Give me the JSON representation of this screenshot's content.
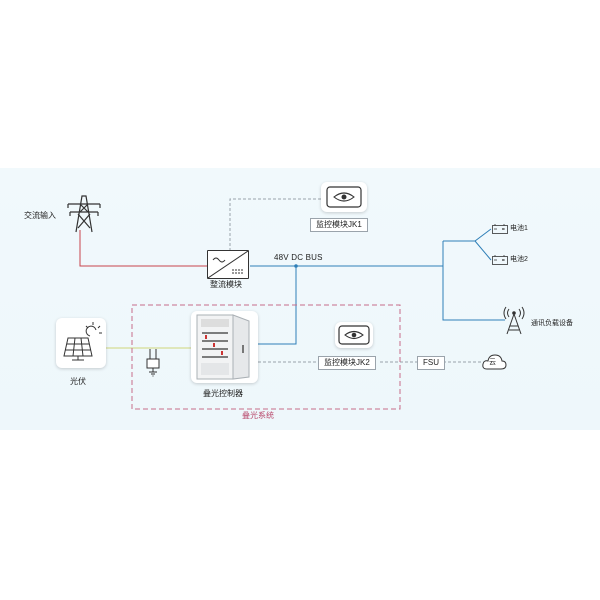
{
  "labels": {
    "ac_input": "交流输入",
    "rectifier": "整流模块",
    "monitor_jk1": "监控模块JK1",
    "dc_bus": "48V DC BUS",
    "battery1": "电池1",
    "battery2": "电池2",
    "comm_load": "通讯负载设备",
    "pv": "光伏",
    "controller": "叠光控制器",
    "monitor_jk2": "监控模块JK2",
    "fsu": "FSU",
    "cloud": "云",
    "system": "叠光系统"
  },
  "colors": {
    "ac_line": "#c9434d",
    "dc_line": "#2f7fb8",
    "pv_line": "#cfd67a",
    "dashed_gray": "#9aa3ab",
    "system_border": "#c76c8a",
    "system_label": "#b8466a",
    "background": "#f1f9fc"
  },
  "icons": [
    "power-tower-icon",
    "rectifier-icon",
    "monitor-eye-icon",
    "battery-icon",
    "antenna-icon",
    "solar-panel-icon",
    "cabinet-icon",
    "breaker-icon",
    "cloud-icon"
  ]
}
